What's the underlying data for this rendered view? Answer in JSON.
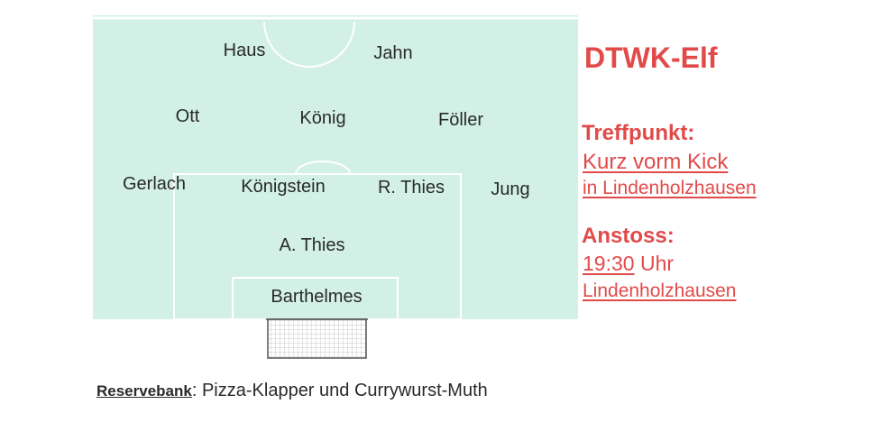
{
  "team_title": "DTWK-Elf",
  "players": {
    "haus": "Haus",
    "jahn": "Jahn",
    "ott": "Ott",
    "koenig": "König",
    "foeller": "Föller",
    "gerlach": "Gerlach",
    "koenigstein": "Königstein",
    "r_thies": "R. Thies",
    "jung": "Jung",
    "a_thies": "A. Thies",
    "barthelmes": "Barthelmes"
  },
  "meeting": {
    "heading": "Treffpunkt:",
    "line1": "Kurz vorm Kick",
    "line2": "in Lindenholzhausen"
  },
  "kickoff": {
    "heading": "Anstoss:",
    "time": "19:30",
    "unit": " Uhr",
    "place": "Lindenholzhausen"
  },
  "bench": {
    "label": "Reservebank",
    "separator": ": ",
    "names": "Pizza-Klapper und Currywurst-Muth"
  },
  "colors": {
    "pitch": "#d2f0e6",
    "accent": "#e24a4a",
    "text": "#2a2a2a"
  }
}
